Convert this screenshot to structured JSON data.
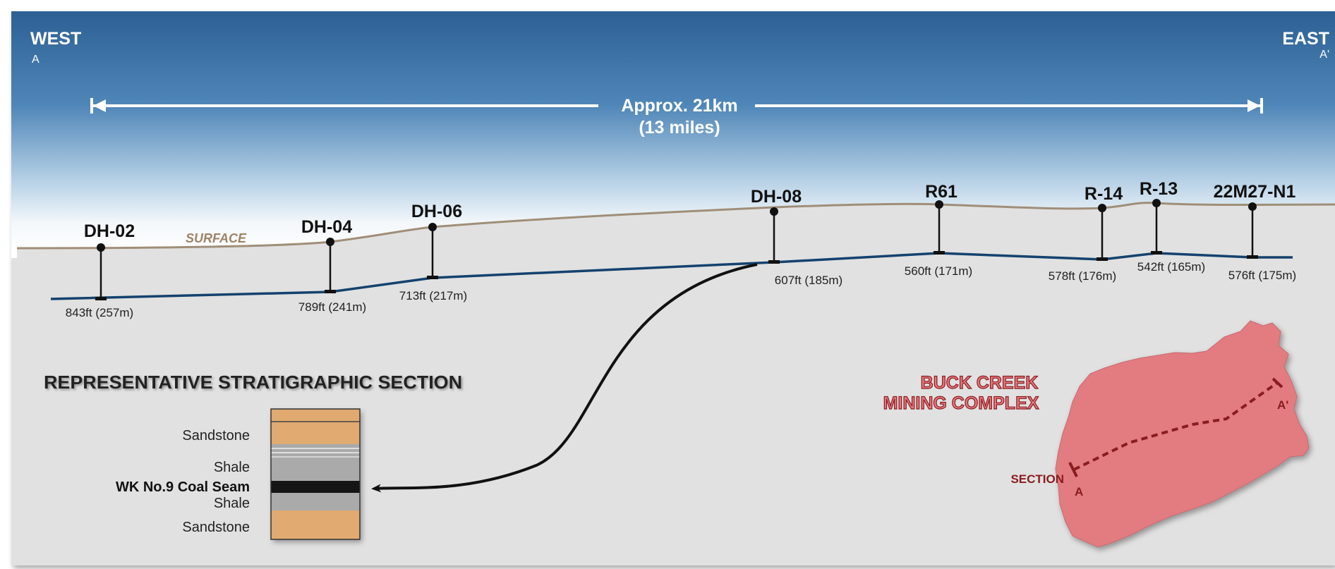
{
  "header": {
    "west_label": "WEST",
    "west_point": "A",
    "east_label": "EAST",
    "east_point": "A'"
  },
  "distance": {
    "line1": "Approx. 21km",
    "line2": "(13 miles)"
  },
  "surface_label": "SURFACE",
  "drillholes": [
    {
      "name": "DH-02",
      "depth": "843ft (257m)"
    },
    {
      "name": "DH-04",
      "depth": "789ft (241m)"
    },
    {
      "name": "DH-06",
      "depth": "713ft (217m)"
    },
    {
      "name": "DH-08",
      "depth": "607ft (185m)"
    },
    {
      "name": "R61",
      "depth": "560ft (171m)"
    },
    {
      "name": "R-14",
      "depth": "578ft (176m)"
    },
    {
      "name": "R-13",
      "depth": "542ft (165m)"
    },
    {
      "name": "22M27-N1",
      "depth": "576ft (175m)"
    }
  ],
  "strat_section": {
    "title": "REPRESENTATIVE STRATIGRAPHIC SECTION",
    "layers": [
      {
        "label": "Sandstone"
      },
      {
        "label": "Shale"
      },
      {
        "label": "WK No.9 Coal Seam"
      },
      {
        "label": "Shale"
      },
      {
        "label": "Sandstone"
      }
    ]
  },
  "map": {
    "title_line1": "BUCK CREEK",
    "title_line2": "MINING COMPLEX",
    "section_label": "SECTION",
    "point_a": "A",
    "point_a_prime": "A'"
  },
  "colors": {
    "sky_top": "#2e6296",
    "ground": "#e1e1e1",
    "surface_line": "#a08e78",
    "seam_line": "#14426e",
    "sandstone": "#e0aa70",
    "shale": "#aaaaaa",
    "coal": "#151515",
    "map_fill": "#e27b80",
    "map_text": "#8a1c20"
  }
}
